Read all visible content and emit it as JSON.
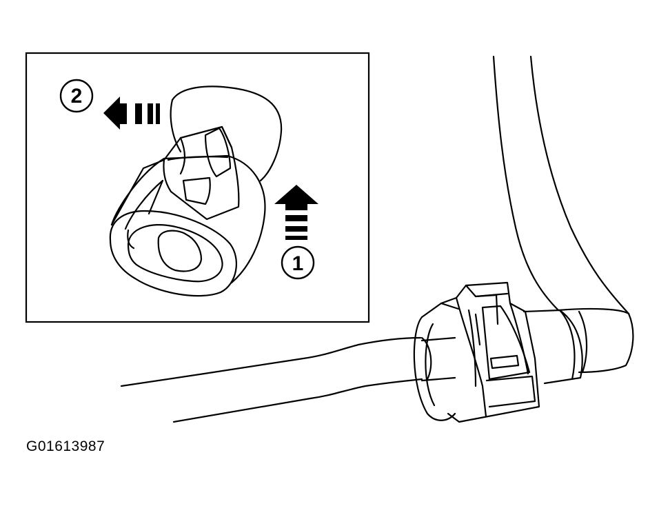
{
  "figure": {
    "id_label": "G01613987"
  },
  "inset": {
    "steps": [
      {
        "label": "1",
        "direction": "up"
      },
      {
        "label": "2",
        "direction": "left"
      }
    ]
  },
  "colors": {
    "line": "#000000",
    "background": "#ffffff"
  }
}
